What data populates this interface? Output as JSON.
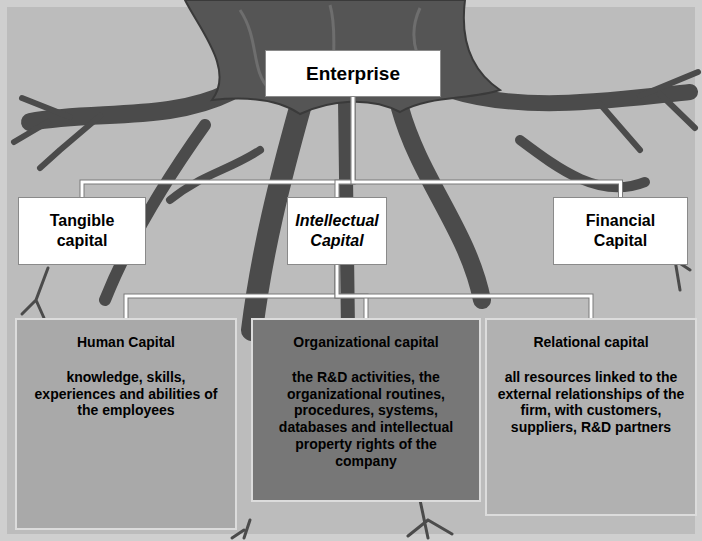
{
  "diagram": {
    "nodes": [
      {
        "text": [
          "Enterprise"
        ]
      },
      {
        "text": [
          "Tangible capital"
        ]
      },
      {
        "text": [
          "Intellectual Capital"
        ]
      },
      {
        "text": [
          "Financial Capital"
        ]
      },
      {
        "text": [
          "Human Capital",
          "knowledge, skills, experiences and abilities of the employees"
        ]
      },
      {
        "text": [
          "Organizational capital",
          "the R&D activities, the organizational routines, procedures, systems, databases and intellectual property rights of the company"
        ]
      },
      {
        "text": [
          "Relational capital",
          "all resources linked to the external relationships of the firm, with customers, suppliers, R&D partners"
        ]
      }
    ],
    "edges": [
      {
        "from": 0,
        "to": 1,
        "arrow": "none"
      },
      {
        "from": 0,
        "to": 2,
        "arrow": "none"
      },
      {
        "from": 0,
        "to": 3,
        "arrow": "none"
      },
      {
        "from": 2,
        "to": 4,
        "arrow": "none"
      },
      {
        "from": 2,
        "to": 5,
        "arrow": "none"
      },
      {
        "from": 2,
        "to": 6,
        "arrow": "none"
      }
    ]
  }
}
